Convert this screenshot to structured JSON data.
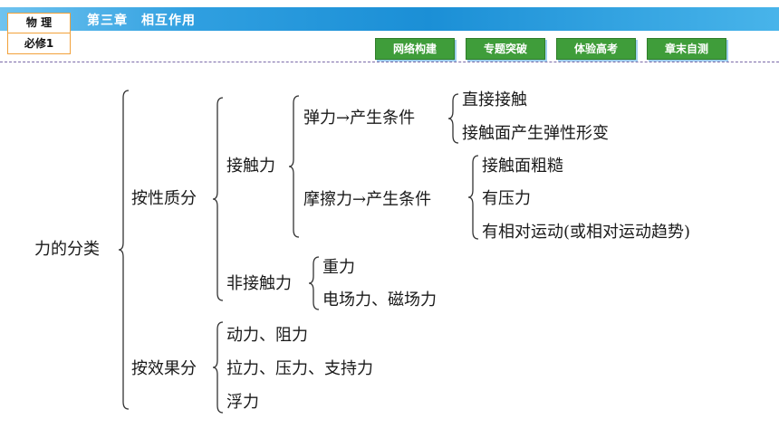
{
  "header": {
    "subject": "物 理",
    "book": "必修1",
    "chapter": "第三章　相互作用"
  },
  "nav": {
    "items": [
      "网络构建",
      "专题突破",
      "体验高考",
      "章末自测"
    ]
  },
  "tree": {
    "root": "力的分类",
    "by_nature": "按性质分",
    "contact": "接触力",
    "elastic": "弹力→产生条件",
    "elastic_c1": "直接接触",
    "elastic_c2": "接触面产生弹性形变",
    "friction": "摩擦力→产生条件",
    "friction_c1": "接触面粗糙",
    "friction_c2": "有压力",
    "friction_c3": "有相对运动(或相对运动趋势)",
    "noncontact": "非接触力",
    "noncontact_c1": "重力",
    "noncontact_c2": "电场力、磁场力",
    "by_effect": "按效果分",
    "effect_c1": "动力、阻力",
    "effect_c2": "拉力、压力、支持力",
    "effect_c3": "浮力"
  }
}
